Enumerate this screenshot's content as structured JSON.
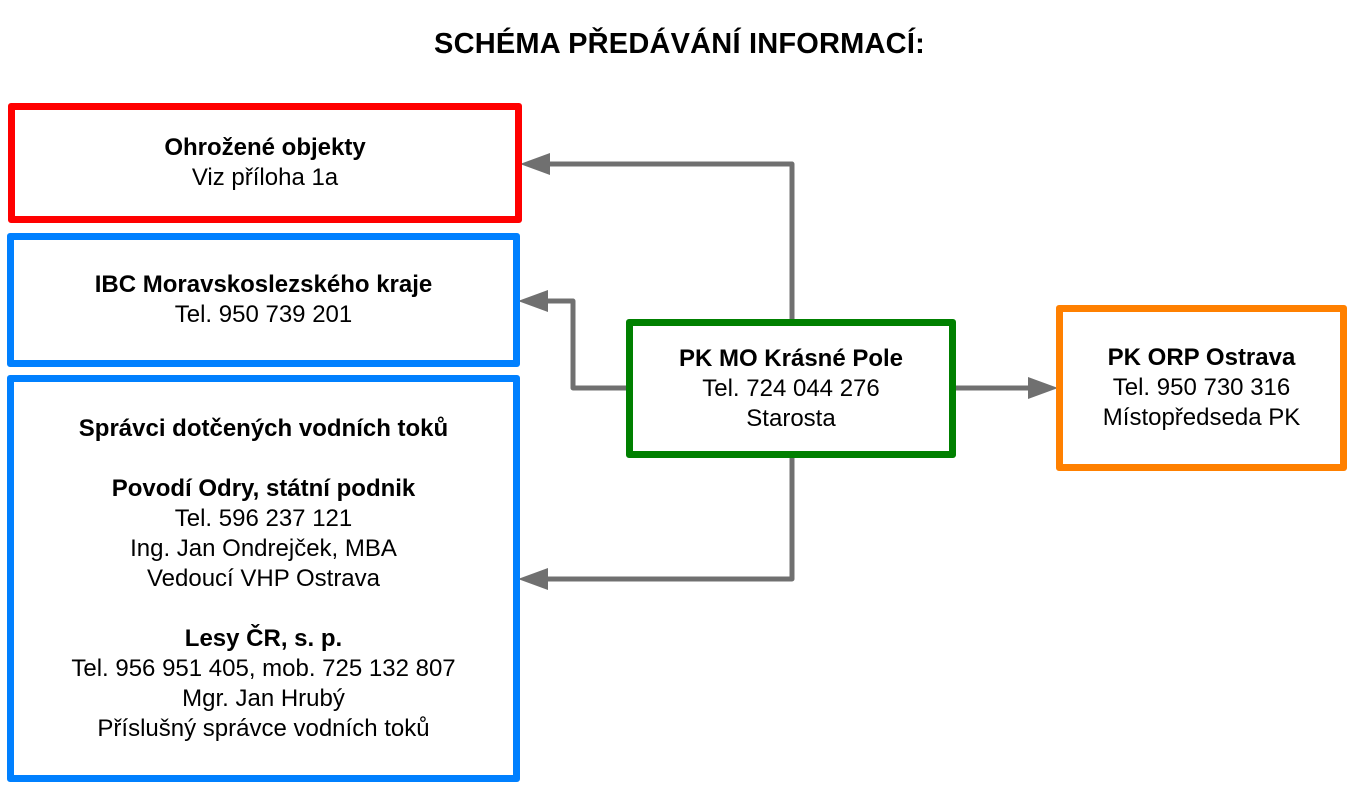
{
  "title": "SCHÉMA PŘEDÁVÁNÍ INFORMACÍ:",
  "colors": {
    "threat_border": "#ff0000",
    "ibc_border": "#0080ff",
    "water_border": "#0080ff",
    "center_border": "#008000",
    "orp_border": "#ff8000",
    "connector": "#707070"
  },
  "nodes": {
    "threat": {
      "heading": "Ohrožené objekty",
      "line1": "Viz příloha 1a"
    },
    "ibc": {
      "heading": "IBC Moravskoslezského kraje",
      "line1": "Tel. 950 739 201"
    },
    "water": {
      "heading": "Správci dotčených vodních toků",
      "org1": {
        "name": "Povodí Odry, státní podnik",
        "phone": "Tel. 596 237 121",
        "person": "Ing. Jan Ondrejček, MBA",
        "role": "Vedoucí VHP Ostrava"
      },
      "org2": {
        "name": "Lesy ČR, s. p.",
        "phone": "Tel. 956 951 405, mob. 725 132 807",
        "person": "Mgr. Jan Hrubý",
        "role": "Příslušný správce vodních toků"
      }
    },
    "center": {
      "heading": "PK MO Krásné Pole",
      "phone": "Tel. 724 044 276",
      "role": "Starosta"
    },
    "orp": {
      "heading": "PK ORP Ostrava",
      "phone": "Tel. 950 730 316",
      "role": "Místopředseda PK"
    }
  },
  "edges": [
    {
      "from": "center",
      "to": "threat"
    },
    {
      "from": "center",
      "to": "ibc"
    },
    {
      "from": "center",
      "to": "water"
    },
    {
      "from": "center",
      "to": "orp"
    }
  ]
}
